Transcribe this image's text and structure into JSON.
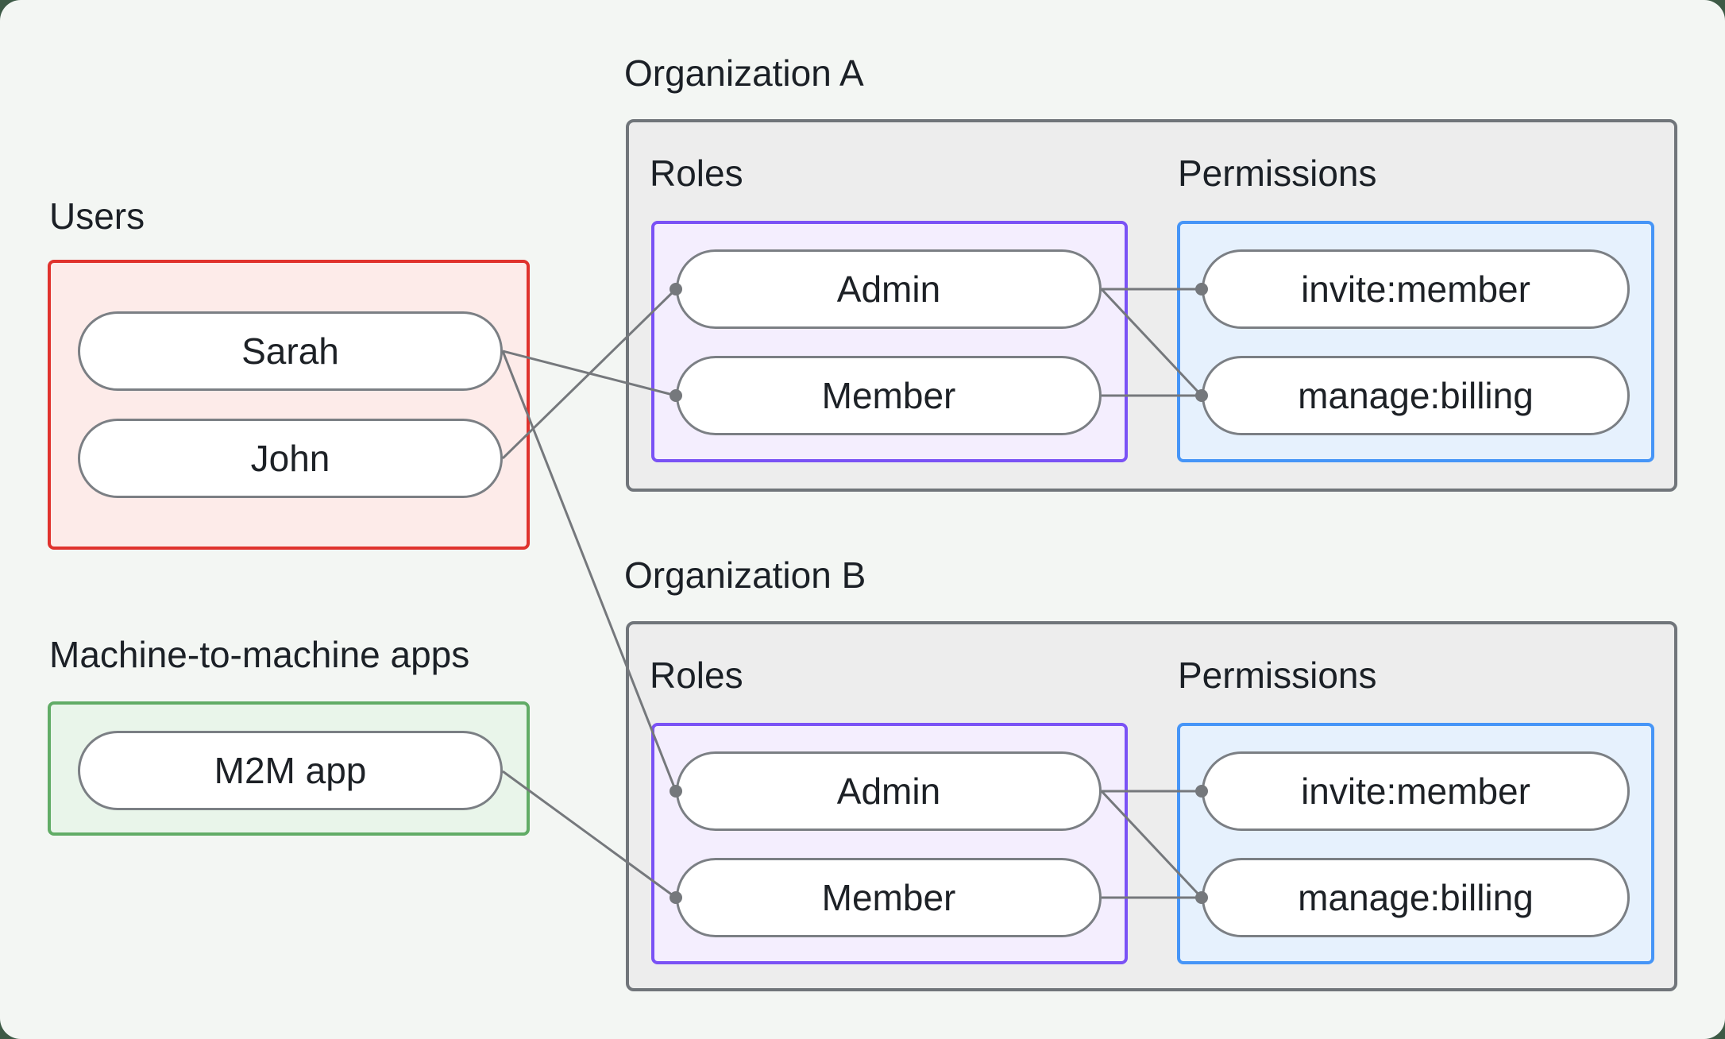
{
  "frame": {
    "outer_background": "#3d5a46",
    "canvas_background": "#f3f6f3"
  },
  "groups": {
    "users": {
      "label": "Users",
      "border_color": "#e0322d",
      "fill_color": "#fdebe9",
      "nodes": [
        {
          "id": "sarah",
          "label": "Sarah"
        },
        {
          "id": "john",
          "label": "John"
        }
      ]
    },
    "m2m": {
      "label": "Machine-to-machine apps",
      "border_color": "#61ac66",
      "fill_color": "#e9f5ea",
      "nodes": [
        {
          "id": "m2m_app",
          "label": "M2M app"
        }
      ]
    }
  },
  "organizations": [
    {
      "id": "org_a",
      "title": "Organization A",
      "roles_label": "Roles",
      "permissions_label": "Permissions",
      "roles_border_color": "#7a52f5",
      "permissions_border_color": "#4695f7",
      "roles": [
        {
          "id": "org_a_admin",
          "label": "Admin"
        },
        {
          "id": "org_a_member",
          "label": "Member"
        }
      ],
      "permissions": [
        {
          "id": "org_a_invite",
          "label": "invite:member"
        },
        {
          "id": "org_a_manage",
          "label": "manage:billing"
        }
      ]
    },
    {
      "id": "org_b",
      "title": "Organization B",
      "roles_label": "Roles",
      "permissions_label": "Permissions",
      "roles_border_color": "#7a52f5",
      "permissions_border_color": "#4695f7",
      "roles": [
        {
          "id": "org_b_admin",
          "label": "Admin"
        },
        {
          "id": "org_b_member",
          "label": "Member"
        }
      ],
      "permissions": [
        {
          "id": "org_b_invite",
          "label": "invite:member"
        },
        {
          "id": "org_b_manage",
          "label": "manage:billing"
        }
      ]
    }
  ],
  "connections": [
    {
      "from": "sarah",
      "to": "org_a_member"
    },
    {
      "from": "john",
      "to": "org_a_admin"
    },
    {
      "from": "sarah",
      "to": "org_b_admin"
    },
    {
      "from": "m2m_app",
      "to": "org_b_member"
    },
    {
      "from": "org_a_admin",
      "to": "org_a_invite"
    },
    {
      "from": "org_a_admin",
      "to": "org_a_manage"
    },
    {
      "from": "org_a_member",
      "to": "org_a_manage"
    },
    {
      "from": "org_b_admin",
      "to": "org_b_invite"
    },
    {
      "from": "org_b_admin",
      "to": "org_b_manage"
    },
    {
      "from": "org_b_member",
      "to": "org_b_manage"
    }
  ],
  "style": {
    "node_fill": "#ffffff",
    "node_border": "#7b7f84",
    "edge_color": "#75787c",
    "org_fill": "#ededed",
    "org_border": "#70757a",
    "text_color": "#1d2126"
  }
}
